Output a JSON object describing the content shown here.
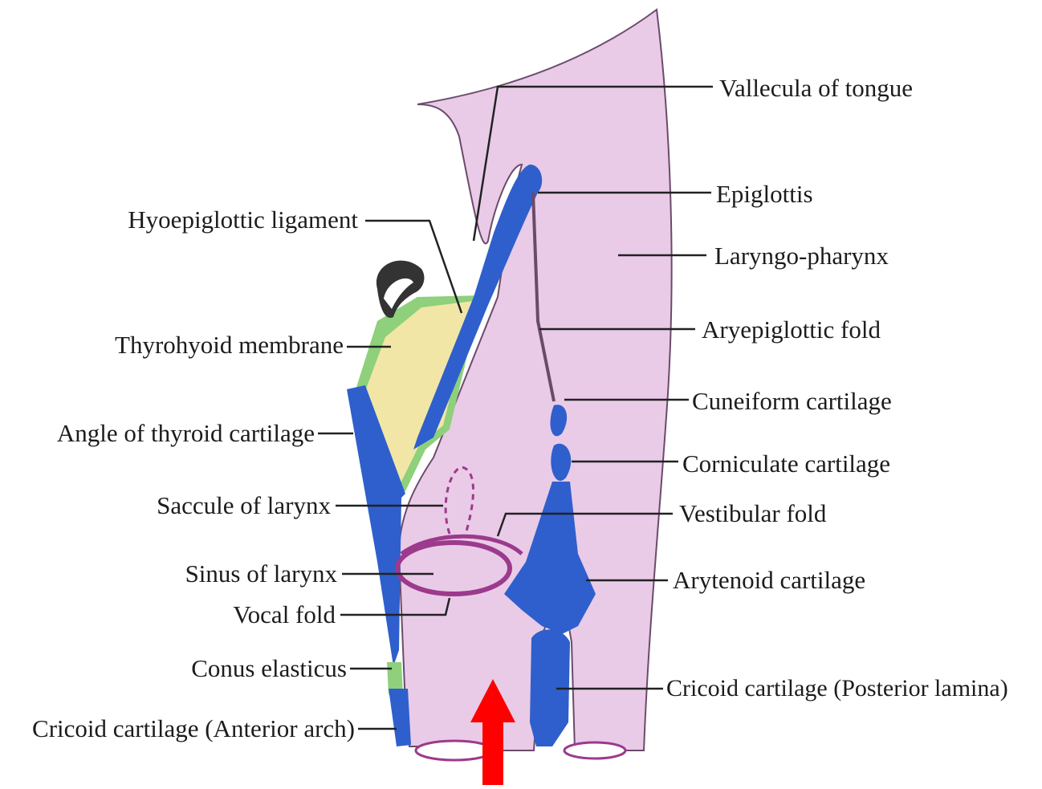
{
  "diagram": {
    "colors": {
      "tissue": "#e9cbe8",
      "cartilage": "#2f5fcc",
      "membrane": "#8ed07b",
      "yellow": "#f1e6a6",
      "fold": "#9c3a8c",
      "bone": "#333333",
      "leader": "#222222",
      "arrow": "#ff0000"
    },
    "labels_left": [
      {
        "id": "hyoepiglottic-ligament",
        "text": "Hyoepiglottic ligament"
      },
      {
        "id": "thyrohyoid-membrane",
        "text": "Thyrohyoid membrane"
      },
      {
        "id": "angle-of-thyroid-cartilage",
        "text": "Angle of thyroid cartilage"
      },
      {
        "id": "saccule-of-larynx",
        "text": "Saccule of larynx"
      },
      {
        "id": "sinus-of-larynx",
        "text": "Sinus of larynx"
      },
      {
        "id": "vocal-fold",
        "text": "Vocal fold"
      },
      {
        "id": "conus-elasticus",
        "text": "Conus elasticus"
      },
      {
        "id": "cricoid-anterior-arch",
        "text": "Cricoid cartilage (Anterior arch)"
      }
    ],
    "labels_right": [
      {
        "id": "vallecula-of-tongue",
        "text": "Vallecula of tongue"
      },
      {
        "id": "epiglottis",
        "text": "Epiglottis"
      },
      {
        "id": "laryngo-pharynx",
        "text": "Laryngo-pharynx"
      },
      {
        "id": "aryepiglottic-fold",
        "text": "Aryepiglottic fold"
      },
      {
        "id": "cuneiform-cartilage",
        "text": "Cuneiform cartilage"
      },
      {
        "id": "corniculate-cartilage",
        "text": "Corniculate cartilage"
      },
      {
        "id": "vestibular-fold",
        "text": "Vestibular fold"
      },
      {
        "id": "arytenoid-cartilage",
        "text": "Arytenoid cartilage"
      },
      {
        "id": "cricoid-posterior-lamina",
        "text": "Cricoid cartilage (Posterior lamina)"
      }
    ]
  }
}
